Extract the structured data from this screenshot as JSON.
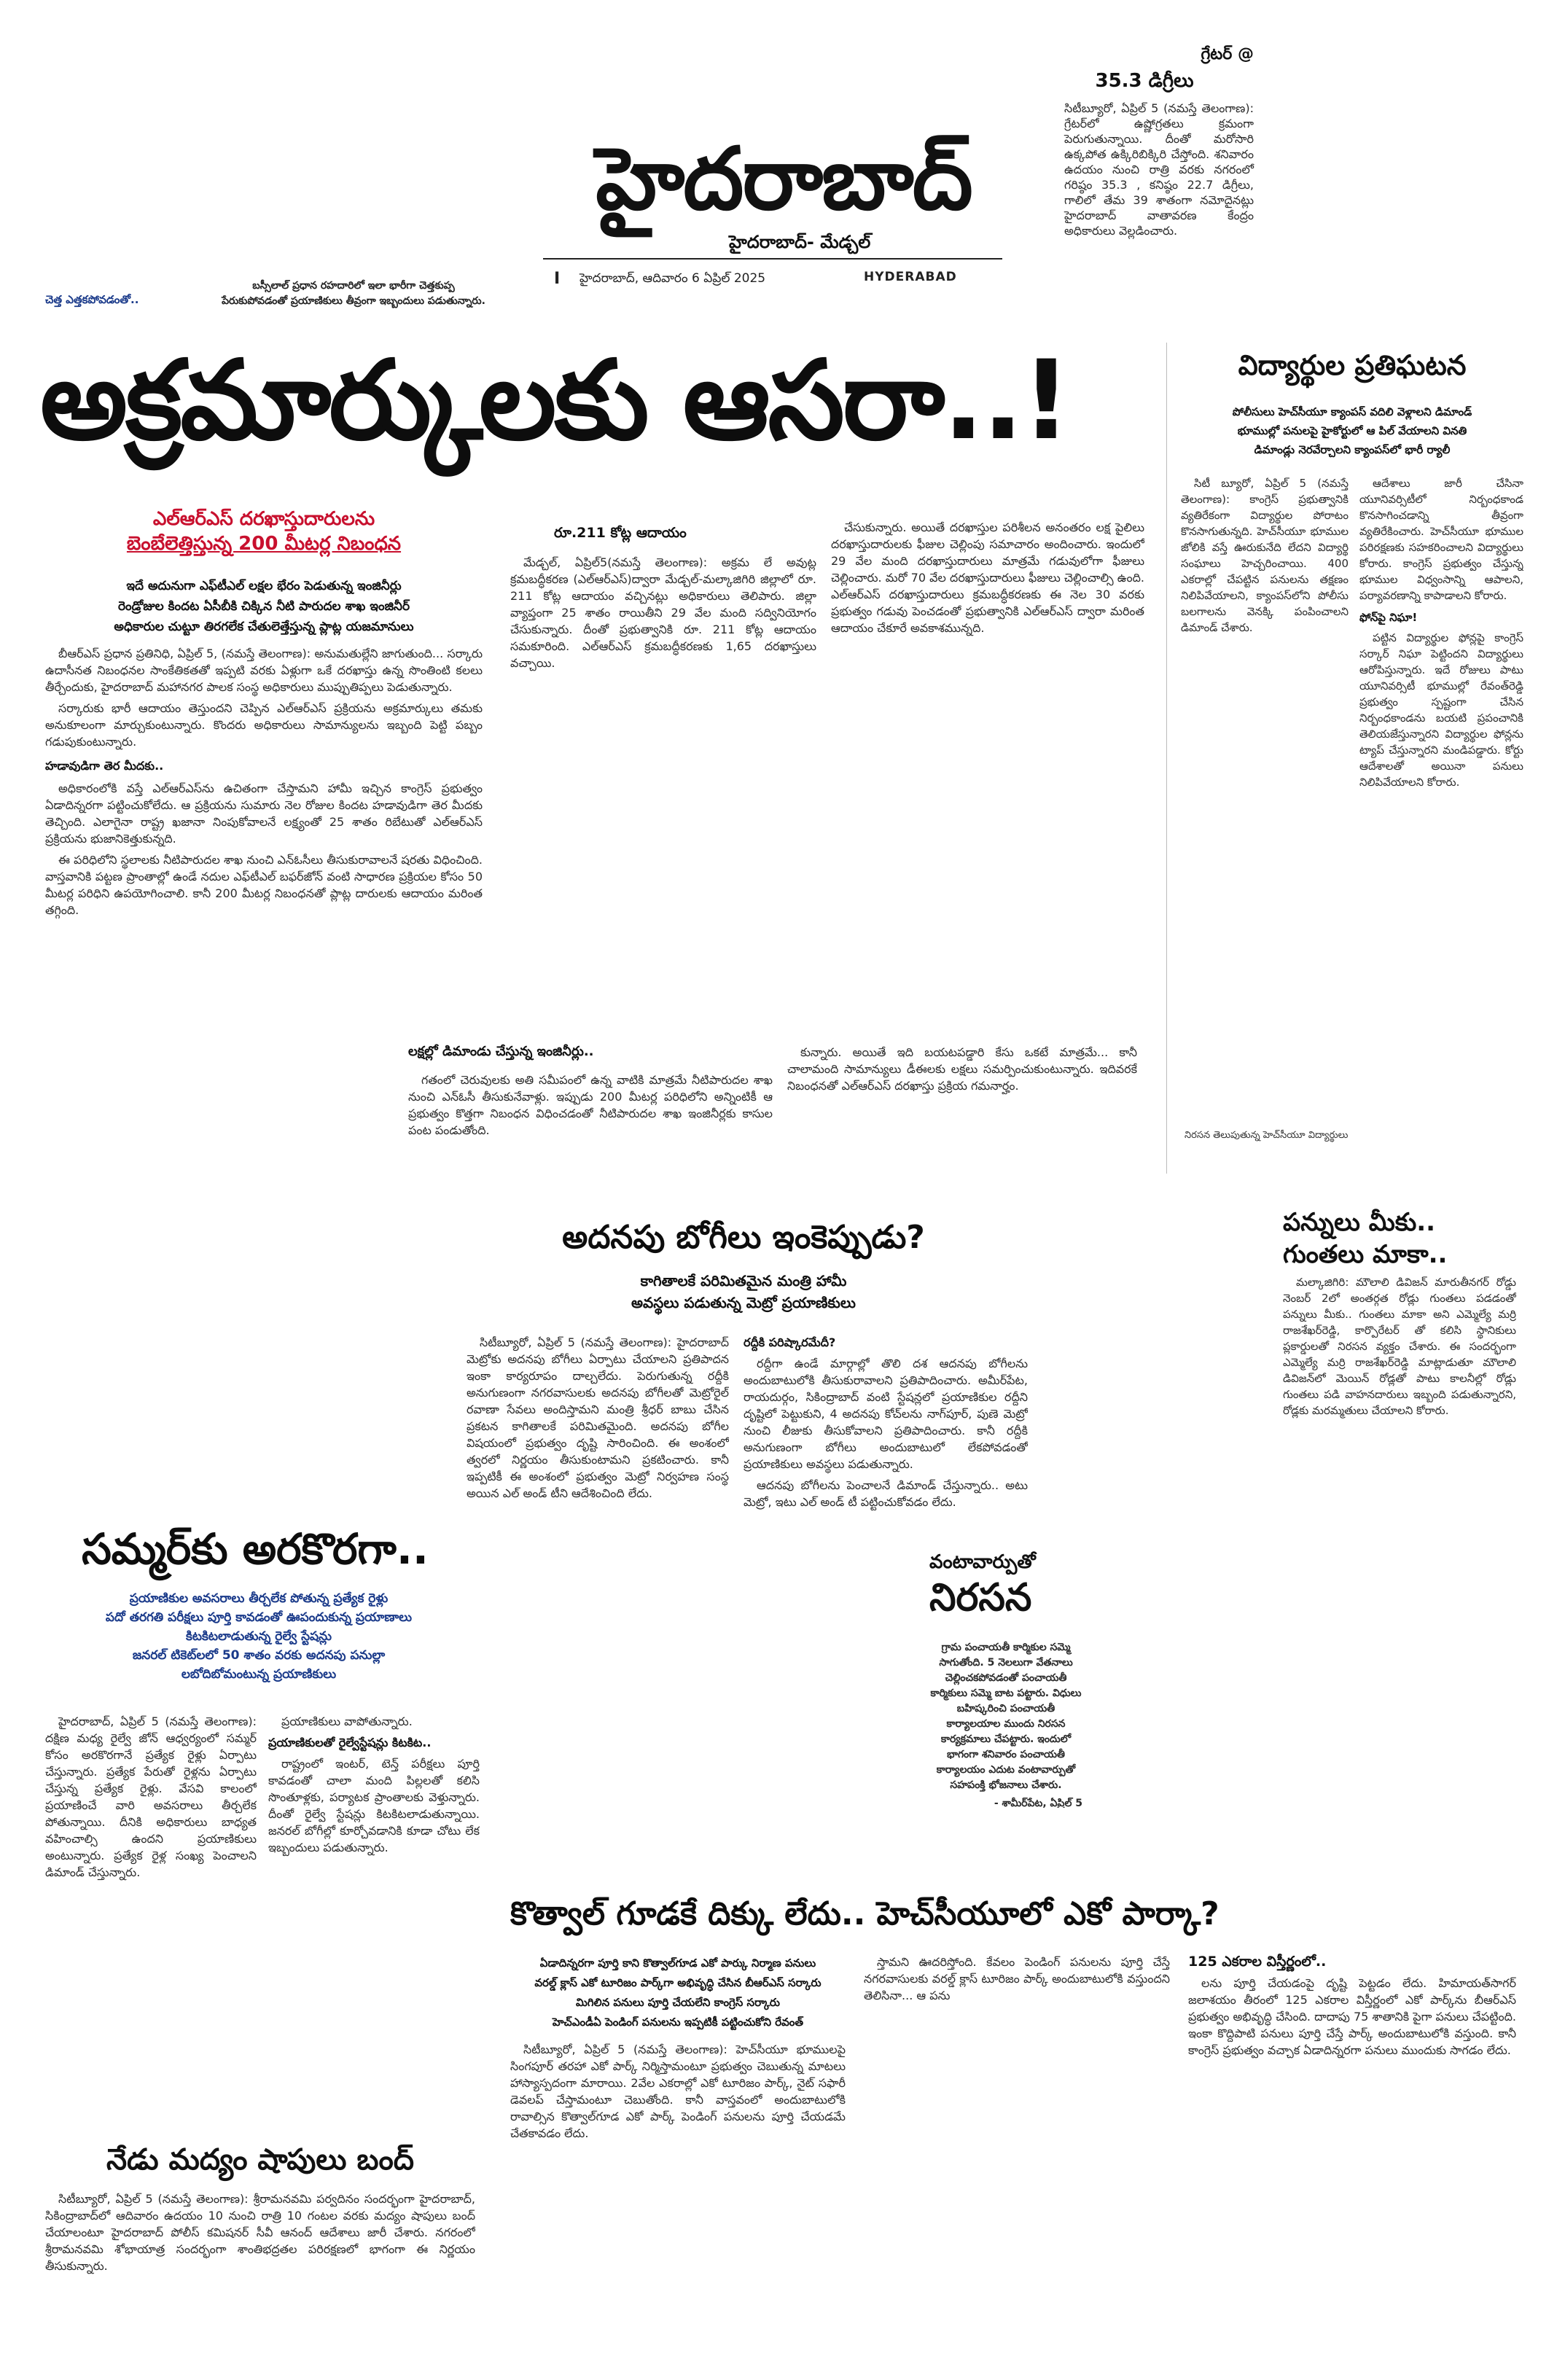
{
  "masthead": {
    "title": "హైదరాబాద్",
    "subtitle": "హైదరాబాద్- మేడ్చల్",
    "edition_mark": "I",
    "date": "హైదరాబాద్, ఆదివారం 6 ఏప్రిల్ 2025",
    "city_en": "HYDERABAD"
  },
  "teaser": {
    "label": "చెత్త ఎత్తకపోవడంతో..",
    "line1": "బస్సీలాల్ ప్రధాన రహదారిలో ఇలా భారీగా చెత్తకుప్ప",
    "line2": "పేరుకుపోవడంతో ప్రయాణికులు తీవ్రంగా ఇబ్బందులు పడుతున్నారు."
  },
  "weather": {
    "title": "గ్రేటర్ @",
    "value": "35.3 డిగ్రీలు",
    "body": "సిటీబ్యూరో, ఏప్రిల్ 5 (నమస్తే తెలంగాణ): గ్రేటర్‌లో ఉష్ణోగ్రతలు క్రమంగా పెరుగుతున్నాయి. దీంతో మరోసారి ఉక్కపోత ఉక్కిరిబిక్కిరి చేస్తోంది. శనివారం ఉదయం నుంచి రాత్రి వరకు నగరంలో గరిష్ఠం 35.3 , కనిష్ఠం 22.7 డిగ్రీలు, గాలిలో తేమ 39 శాతంగా నమోదైనట్లు హైదరాబాద్ వాతావరణ కేంద్రం అధికారులు వెల్లడించారు."
  },
  "lead": {
    "headline": "అక్రమార్కులకు ఆసరా..!",
    "deck_red_1": "ఎల్‌ఆర్‌ఎస్ దరఖాస్తుదారులను",
    "deck_red_2": "బెంబేలెత్తిస్తున్న 200 మీటర్ల నిబంధన",
    "deck_1": "ఇదే అదునుగా ఎఫ్‌టీఎల్ లక్షల భేరం పెడుతున్న ఇంజినీర్లు",
    "deck_2": "రెండ్రోజుల కిందట ఏసీబీకి చిక్కిన నీటి పారుదల శాఖ ఇంజినీర్",
    "deck_3": "అధికారుల చుట్టూ తిరగలేక చేతులెత్తేస్తున్న ప్లాట్ల యజమానులు",
    "p1": "బీఆర్‌ఎస్ ప్రధాన ప్రతినిధి, ఏప్రిల్ 5, (నమస్తే తెలంగాణ): అనుమతుల్లేని జాగుతుంది... సర్కారు ఉదాసీనత నిబంధనల సాంకేతికతతో ఇప్పటి వరకు ఏళ్లుగా ఒకే దరఖాస్తు ఉన్న సొంతింటి కలలు తీర్చేందుకు, హైదరాబాద్ మహానగర పాలక సంస్థ అధికారులు ముప్పుతిప్పలు పెడుతున్నారు.",
    "p2": "సర్కారుకు భారీ ఆదాయం తెస్తుందని చెప్పిన ఎల్‌ఆర్‌ఎస్ ప్రక్రియను అక్రమార్కులు తమకు అనుకూలంగా మార్చుకుంటున్నారు. కొందరు అధికారులు సామాన్యులను ఇబ్బంది పెట్టి పబ్బం గడుపుకుంటున్నారు.",
    "sub1": "హడావుడిగా తెర మీదకు..",
    "p3": "అధికారంలోకి వస్తే ఎల్‌ఆర్‌ఎస్‌ను ఉచితంగా చేస్తామని హామీ ఇచ్చిన కాంగ్రెస్ ప్రభుత్వం ఏడాదిన్నరగా పట్టించుకోలేదు. ఆ ప్రక్రియను సుమారు నెల రోజుల కిందట హడావుడిగా తెర మీదకు తెచ్చింది. ఎలాగైనా రాష్ట్ర ఖజానా నింపుకోవాలనే లక్ష్యంతో 25 శాతం రిబేటుతో ఎల్‌ఆర్‌ఎస్ ప్రక్రియను భుజానికెత్తుకున్నది.",
    "p4": "ఈ పరిధిలోని స్థలాలకు నీటిపారుదల శాఖ నుంచి ఎన్‌ఓసీలు తీసుకురావాలనే షరతు విధించింది. వాస్తవానికి పట్టణ ప్రాంతాల్లో ఉండే నదుల ఎఫ్‌టీఎల్ బఫర్‌జోన్ వంటి సాధారణ ప్రక్రియల కోసం 50 మీటర్ల పరిధిని ఉపయోగించాలి. కానీ 200 మీటర్ల నిబంధనతో ప్లాట్ల దారులకు ఆదాయం మరింత తగ్గింది.",
    "col2_head": "రూ.211 కోట్ల ఆదాయం",
    "col2_p1": "మేడ్చల్, ఏప్రిల్5(నమస్తే తెలంగాణ): అక్రమ లే అవుట్ల క్రమబద్ధీకరణ (ఎల్‌ఆర్‌ఎస్)ద్వారా మేడ్చల్-మల్కాజిగిరి జిల్లాలో రూ. 211 కోట్ల ఆదాయం వచ్చినట్లు అధికారులు తెలిపారు. జిల్లా వ్యాప్తంగా 25 శాతం రాయితీని 29 వేల మంది సద్వినియోగం చేసుకున్నారు. దీంతో ప్రభుత్వానికి రూ. 211 కోట్ల ఆదాయం సమకూరింది. ఎల్‌ఆర్‌ఎస్ క్రమబద్ధీకరణకు 1,65 దరఖాస్తులు వచ్చాయి.",
    "col3_p1": "చేసుకున్నారు. అయితే దరఖాస్తుల పరిశీలన అనంతరం లక్ష పైలిలు దరఖాస్తుదారులకు ఫీజుల చెల్లింపు సమాచారం అందించారు. ఇందులో 29 వేల మంది దరఖాస్తుదారులు మాత్రమే గడువులోగా ఫీజులు చెల్లించారు. మరో 70 వేల దరఖాస్తుదారులు ఫీజులు చెల్లించాల్సి ఉంది. ఎల్‌ఆర్‌ఎస్ దరఖాస్తుదారులు క్రమబద్ధీకరణకు ఈ నెల 30 వరకు ప్రభుత్వం గడువు పెంచడంతో ప్రభుత్వానికి ఎల్‌ఆర్‌ఎస్ ద్వారా మరింత ఆదాయం చేకూరే అవకాశమున్నది.",
    "cont_head": "లక్షల్లో డిమాండు చేస్తున్న ఇంజినీర్లు..",
    "cont_p1": "గతంలో చెరువులకు అతి సమీపంలో ఉన్న వాటికి మాత్రమే నీటిపారుదల శాఖ నుంచి ఎన్‌ఓసీ తీసుకునేవాళ్లు. ఇప్పుడు 200 మీటర్ల పరిధిలోని అన్నింటికీ ఆ ప్రభుత్వం కొత్తగా నిబంధన విధించడంతో నీటిపారుదల శాఖ ఇంజినీర్లకు కాసుల పంట పండుతోంది.",
    "cont_p2": "కున్నారు. అయితే ఇది బయటపడ్డారి కేసు ఒకటే మాత్రమే... కానీ చాలామంది సామాన్యులు డీఈలకు లక్షలు సమర్పించుకుంటున్నారు. ఇదివరకే నిబంధనతో ఎల్‌ఆర్‌ఎస్ దరఖాస్తు ప్రక్రియ గమనార్హం."
  },
  "students": {
    "headline": "విద్యార్థుల ప్రతిఘటన",
    "deck_1": "పోలీసులు హెచ్‌సీయూ క్యాంపస్ వదిలి వెళ్లాలని డిమాండ్",
    "deck_2": "భూముల్లో పనులపై హైకోర్టులో ఆ పిల్ వేయాలని వినతి",
    "deck_3": "డిమాండ్లు నెరవేర్చాలని క్యాంపస్‌లో భారీ ర్యాలీ",
    "p1": "సిటీ బ్యూరో, ఏప్రిల్ 5 (నమస్తే తెలంగాణ): కాంగ్రెస్ ప్రభుత్వానికి వ్యతిరేకంగా విద్యార్థుల పోరాటం కొనసాగుతున్నది. హెచ్‌సీయూ భూముల జోలికి వస్తే ఊరుకునేది లేదని విద్యార్థి సంఘాలు హెచ్చరించాయి. 400 ఎకరాల్లో చేపట్టిన పనులను తక్షణం నిలిపివేయాలని, క్యాంపస్‌లోని పోలీసు బలగాలను వెనక్కి పంపించాలని డిమాండ్ చేశారు.",
    "p2": "ఆదేశాలు జారీ చేసినా యూనివర్సిటీలో నిర్బంధకాండ కొనసాగించడాన్ని తీవ్రంగా వ్యతిరేకించారు. హెచ్‌సీయూ భూముల పరిరక్షణకు సహకరించాలని విద్యార్థులు కోరారు. కాంగ్రెస్ ప్రభుత్వం చేస్తున్న భూముల విధ్వంసాన్ని ఆపాలని, పర్యావరణాన్ని కాపాడాలని కోరారు.",
    "sub1": "ఫోన్‌పై నిఘా!",
    "p3": "పట్టిన విద్యార్థుల ఫోన్లపై కాంగ్రెస్ సర్కార్ నిఘా పెట్టిందని విద్యార్థులు ఆరోపిస్తున్నారు. ఇదే రోజులు పాటు యూనివర్సిటీ భూముల్లో రేవంత్‌రెడ్డి ప్రభుత్వం స్పష్టంగా చేసిన నిర్బంధకాండను బయటి ప్రపంచానికి తెలియజేస్తున్నారని విద్యార్థుల ఫోన్లను ట్యాప్ చేస్తున్నారని మండిపడ్డారు. కోర్టు ఆదేశాలతో అయినా పనులు నిలిపివేయాలని కోరారు.",
    "caption": "నిరసన తెలుపుతున్న హెచ్‌సీయూ విద్యార్థులు"
  },
  "coaches": {
    "headline": "అదనపు బోగీలు ఇంకెప్పుడు?",
    "deck_1": "కాగితాలకే పరిమితమైన మంత్రి హామీ",
    "deck_2": "అవస్థలు పడుతున్న మెట్రో ప్రయాణికులు",
    "p1": "సిటీబ్యూరో, ఏప్రిల్ 5 (నమస్తే తెలంగాణ): హైదరాబాద్ మెట్రోకు అదనపు బోగీలు ఏర్పాటు చేయాలని ప్రతిపాదన ఇంకా కార్యరూపం దాల్చలేదు. పెరుగుతున్న రద్దీకి అనుగుణంగా నగరవాసులకు అదనపు బోగీలతో మెట్రోరైల్ రవాణా సేవలు అందిస్తామని మంత్రి శ్రీధర్ బాబు చేసిన ప్రకటన కాగితాలకే పరిమితమైంది. అదనపు బోగీల విషయంలో ప్రభుత్వం దృష్టి సారించింది. ఈ అంశంలో త్వరలో నిర్ణయం తీసుకుంటామని ప్రకటించారు. కానీ ఇప్పటికీ ఈ అంశంలో ప్రభుత్వం మెట్రో నిర్వహణ సంస్థ అయిన ఎల్ అండ్ టీని ఆదేశించింది లేదు.",
    "sub1": "రద్దీకి పరిష్కారమేదీ?",
    "p2": "రద్దీగా ఉండే మార్గాల్లో తొలి దశ ఆదనపు బోగీలను అందుబాటులోకి తీసుకురావాలని ప్రతిపాదించారు. అమీర్‌పేట, రాయదుర్గం, సికింద్రాబాద్ వంటి స్టేషన్లలో ప్రయాణికుల రద్దీని దృష్టిలో పెట్టుకుని, 4 అదనపు కోచ్‌లను నాగ్‌పూర్, పుణె మెట్రో నుంచి లీజుకు తీసుకోవాలని ప్రతిపాదించారు. కానీ రద్దీకి అనుగుణంగా బోగీలు అందుబాటులో లేకపోవడంతో ప్రయాణికులు అవస్థలు పడుతున్నారు.",
    "p3": "ఆదనపు బోగీలను పెంచాలనే డిమాండ్ చేస్తున్నారు.. అటు మెట్రో, ఇటు ఎల్ అండ్ టీ పట్టించుకోవడం లేదు."
  },
  "taxes": {
    "headline_1": "పన్నులు మీకు..",
    "headline_2": "గుంతలు మాకా..",
    "p1": "మల్కాజిగిరి: మౌలాలి డివిజన్ మారుతీనగర్ రోడ్డు నెంబర్ 2లో అంతర్గత రోడ్లు గుంతలు పడడంతో పన్నులు మీకు.. గుంతలు మాకా అని ఎమ్మెల్యే మర్రి రాజశేఖర్‌రెడ్డి, కార్పొరేటర్ తో కలిసి స్థానికులు ప్లకార్డులతో నిరసన వ్యక్తం చేశారు. ఈ సందర్భంగా ఎమ్మెల్యే మర్రి రాజశేఖర్‌రెడ్డి మాట్లాడుతూ మౌలాలి డివిజన్‌లో మెయిన్ రోడ్లతో పాటు కాలనీల్లో రోడ్లు గుంతలు పడి వాహనదారులు ఇబ్బంది పడుతున్నారని, రోడ్లకు మరమ్మతులు చేయాలని కోరారు."
  },
  "summer": {
    "headline": "సమ్మర్‌కు అరకొరగా..",
    "deck_1": "ప్రయాణికుల అవసరాలు తీర్చలేక పోతున్న ప్రత్యేక రైళ్లు",
    "deck_2": "పదో తరగతి పరీక్షలు పూర్తి కావడంతో ఊపందుకున్న ప్రయాణాలు",
    "deck_3": "కిటకిటలాడుతున్న రైల్వే స్టేషన్లు",
    "deck_4": "జనరల్ టికెట్‌లలో 50 శాతం వరకు అదనపు పనుల్లా",
    "deck_5": "లబోదిబోమంటున్న ప్రయాణికులు",
    "p1": "హైదరాబాద్, ఏప్రిల్ 5 (నమస్తే తెలంగాణ): దక్షిణ మధ్య రైల్వే జోన్ ఆధ్వర్యంలో సమ్మర్ కోసం అరకొరగానే ప్రత్యేక రైళ్లు ఏర్పాటు చేస్తున్నారు. ప్రత్యేక పేరుతో రైళ్లను ఏర్పాటు చేస్తున్న ప్రత్యేక రైళ్లు. వేసవి కాలంలో ప్రయాణించే వారి అవసరాలు తీర్చలేక పోతున్నాయి. దీనికి అధికారులు బాధ్యత వహించాల్సి ఉందని ప్రయాణికులు అంటున్నారు. ప్రత్యేక రైళ్ల సంఖ్య పెంచాలని డిమాండ్ చేస్తున్నారు.",
    "p2": "ప్రయాణికులు వాపోతున్నారు.",
    "sub1": "ప్రయాణికులతో రైల్వేస్టేషన్లు కిటకిట..",
    "p3": "రాష్ట్రంలో ఇంటర్, టెన్త్ పరీక్షలు పూర్తి కావడంతో చాలా మంది పిల్లలతో కలిసి సొంతూళ్లకు, పర్యాటక ప్రాంతాలకు వెళ్తున్నారు. దీంతో రైల్వే స్టేషన్లు కిటకిటలాడుతున్నాయి. జనరల్ బోగీల్లో కూర్చోవడానికి కూడా చోటు లేక ఇబ్బందులు పడుతున్నారు."
  },
  "protest": {
    "kicker": "వంటావార్పుతో",
    "headline": "నిరసన",
    "p1": "గ్రామ పంచాయతీ కార్మికుల సమ్మె సాగుతోంది. 5 నెలలుగా వేతనాలు చెల్లించకపోవడంతో పంచాయతీ కార్మికులు సమ్మె బాట పట్టారు. విధులు బహిష్కరించి పంచాయతీ కార్యాలయాల ముందు నిరసన కార్యక్రమాలు చేపట్టారు. ఇందులో భాగంగా శనివారం పంచాయతీ కార్యాలయం ఎదుట వంటావార్పుతో సహపంక్తి భోజనాలు చేశారు.",
    "place": "- శామీర్‌పేట, ఏప్రిల్ 5"
  },
  "eco_park": {
    "headline": "కొత్వాల్ గూడకే దిక్కు లేదు.. హెచ్‌సీయూలో ఎకో పార్కా?",
    "deck_1": "ఏడాదిన్నరగా పూర్తి కాని కొత్వాల్‌గూడ ఎకో పార్కు నిర్మాణ పనులు",
    "deck_2": "వరల్డ్ క్లాస్ ఎకో టూరిజం పార్క్‌గా అభివృద్ధి చేసిన బీఆర్‌ఎస్ సర్కారు",
    "deck_3": "మిగిలిన పనులు పూర్తి చేయలేని కాంగ్రెస్ సర్కారు",
    "deck_4": "హెచ్‌ఎండీఏ పెండింగ్ పనులను ఇప్పటికీ పట్టించుకోని రేవంత్",
    "p1": "సిటీబ్యూరో, ఏప్రిల్ 5 (నమస్తే తెలంగాణ): హెచ్‌సీయూ భూములపై సింగపూర్ తరహా ఎకో పార్క్ నిర్మిస్తామంటూ ప్రభుత్వం చెబుతున్న మాటలు హాస్యాస్పదంగా మారాయి. 2వేల ఎకరాల్లో ఎకో టూరిజం పార్క్, నైట్ సఫారీ డెవలప్ చేస్తామంటూ చెబుతోంది. కానీ వాస్తవంలో అందుబాటులోకి రావాల్సిన కొత్వాల్‌గూడ ఎకో పార్క్ పెండింగ్ పనులను పూర్తి చేయడమే చేతకావడం లేదు.",
    "p2": "స్తామని ఊదరిస్తోంది. కేవలం పెండింగ్ పనులను పూర్తి చేస్తే నగరవాసులకు వరల్డ్ క్లాస్ టూరిజం పార్క్ అందుబాటులోకి వస్తుందని తెలిసినా... ఆ పను",
    "sub1": "125 ఎకరాల విస్తీర్ణంలో..",
    "p3": "లను పూర్తి చేయడంపై దృష్టి పెట్టడం లేదు. హిమాయత్‌సాగర్ జలాశయం తీరంలో 125 ఎకరాల విస్తీర్ణంలో ఎకో పార్క్‌ను బీఆర్‌ఎస్ ప్రభుత్వం అభివృద్ధి చేసింది. దాదాపు 75 శాతానికి పైగా పనులు చేపట్టింది. ఇంకా కొద్దిపాటి పనులు పూర్తి చేస్తే పార్క్ అందుబాటులోకి వస్తుంది. కానీ కాంగ్రెస్ ప్రభుత్వం వచ్చాక ఏడాదిన్నరగా పనులు ముందుకు సాగడం లేదు."
  },
  "liquor": {
    "headline": "నేడు మద్యం షాపులు బంద్",
    "p1": "సిటీబ్యూరో, ఏప్రిల్ 5 (నమస్తే తెలంగాణ): శ్రీరామనవమి పర్వదినం సందర్భంగా హైదరాబాద్, సికింద్రాబాద్‌లో ఆదివారం ఉదయం 10 నుంచి రాత్రి 10 గంటల వరకు మద్యం షాపులు బంద్ చేయాలంటూ హైదరాబాద్ పోలీస్ కమిషనర్ సీవీ ఆనంద్ ఆదేశాలు జారీ చేశారు. నగరంలో శ్రీరామనవమి శోభాయాత్ర సందర్భంగా శాంతిభద్రతల పరిరక్షణలో భాగంగా ఈ నిర్ణయం తీసుకున్నారు."
  }
}
